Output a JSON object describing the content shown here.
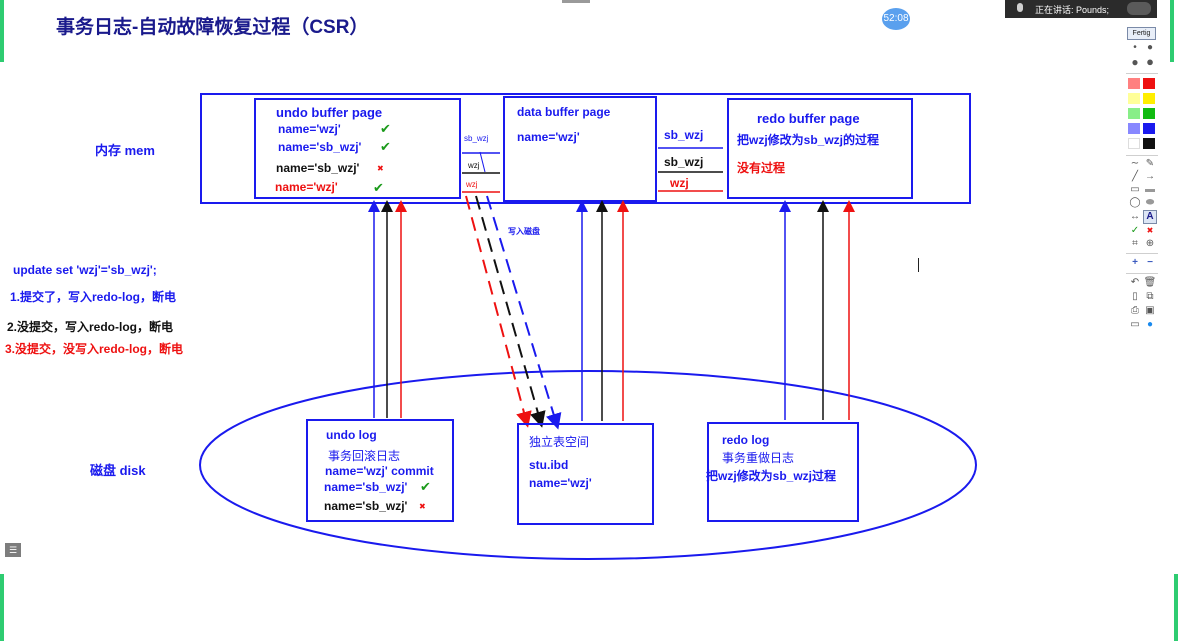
{
  "title": "事务日志-自动故障恢复过程（CSR）",
  "top_bar": {
    "status": "正在讲话: Pounds;"
  },
  "timer": "52:08",
  "labels": {
    "memory": "内存  mem",
    "disk": "磁盘  disk",
    "write_disk": "写入磁盘"
  },
  "sql": {
    "statement": "update set 'wzj'='sb_wzj';",
    "case1": "1.提交了，写入redo-log，断电",
    "case2": "2.没提交，写入redo-log，断电",
    "case3": "3.没提交，没写入redo-log，断电"
  },
  "undo_buffer": {
    "title": "undo buffer page",
    "line1": "name='wzj'",
    "line2": "name='sb_wzj'",
    "line3": "name='sb_wzj'",
    "line4": "name='wzj'"
  },
  "mid_small": {
    "a": "sb_wzj",
    "b": "wzj",
    "c": "wzj"
  },
  "data_buffer": {
    "title": "data buffer  page",
    "line1": "name='wzj'"
  },
  "right_labels": {
    "a": "sb_wzj",
    "b": "sb_wzj",
    "c": "wzj"
  },
  "redo_buffer": {
    "title": "redo  buffer  page",
    "line1": "把wzj修改为sb_wzj的过程",
    "line2": "没有过程"
  },
  "undo_log": {
    "title": "undo log",
    "line1": "事务回滚日志",
    "line2": "name='wzj'  commit",
    "line3": "name='sb_wzj'",
    "line4": "name='sb_wzj'"
  },
  "tablespace": {
    "title": "独立表空间",
    "line1": "stu.ibd",
    "line2": "name='wzj'"
  },
  "redo_log": {
    "title": "redo  log",
    "line1": "事务重做日志",
    "line2": "把wzj修改为sb_wzj过程"
  },
  "icons": {
    "check": "✔",
    "cross": "✖"
  },
  "toolbar": {
    "fertig": "Fertig"
  },
  "colors": {
    "blue": "#1a1aee",
    "red": "#ee1111",
    "green": "#1a9a1a",
    "black": "#111111",
    "accent_green": "#2ecc71"
  }
}
